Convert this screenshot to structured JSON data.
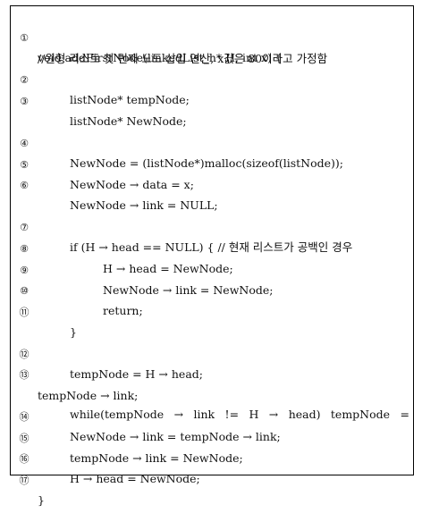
{
  "lines": [
    {
      "no": "①",
      "text": "void addFirstNode(linkedList_h* H, int x) {"
    },
    {
      "no": "",
      "text": "//원형 리스트 첫 번째 노드 삽입 연산, x값은 80이라고 가정함"
    },
    {
      "no": "②",
      "text": "listNode* tempNode;"
    },
    {
      "no": "③",
      "text": "listNode* NewNode;"
    },
    {
      "no": "④",
      "text": "NewNode = (listNode*)malloc(sizeof(listNode));"
    },
    {
      "no": "⑤",
      "text": "NewNode → data = x;"
    },
    {
      "no": "⑥",
      "text": "NewNode → link = NULL;"
    },
    {
      "no": "⑦",
      "text": "if (H → head == NULL) { // 현재 리스트가 공백인 경우"
    },
    {
      "no": "⑧",
      "text": "H → head = NewNode;"
    },
    {
      "no": "⑨",
      "text": "NewNode → link = NewNode;"
    },
    {
      "no": "⑩",
      "text": "return;"
    },
    {
      "no": "⑪",
      "text": "}"
    },
    {
      "no": "⑫",
      "text": "tempNode = H → head;"
    },
    {
      "no": "⑬",
      "text_parts": [
        "while(tempNode",
        "→",
        "link",
        "!=",
        "H",
        "→",
        "head)",
        "tempNode",
        "="
      ]
    },
    {
      "no": "",
      "text": "tempNode → link;"
    },
    {
      "no": "⑭",
      "text": "NewNode → link = tempNode → link;"
    },
    {
      "no": "⑮",
      "text": "tempNode → link = NewNode;"
    },
    {
      "no": "⑯",
      "text": "H → head = NewNode;"
    },
    {
      "no": "⑰",
      "text": "}"
    }
  ]
}
